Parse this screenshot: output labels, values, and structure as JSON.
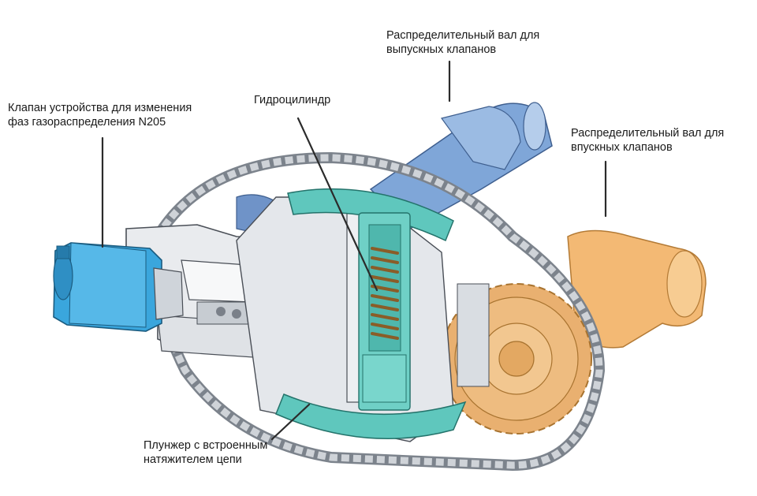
{
  "labels": {
    "exhaust_camshaft": [
      "Распределительный вал для",
      "выпускных клапанов"
    ],
    "vvt_valve": [
      "Клапан устройства для изменения",
      "фаз газораспределения N205"
    ],
    "hydro_cylinder": [
      "Гидроцилиндр"
    ],
    "intake_camshaft": [
      "Распределительный вал для",
      "впускных клапанов"
    ],
    "plunger_tensioner": [
      "Плунжер с встроенным",
      "натяжителем цепи"
    ]
  },
  "colors": {
    "valve_blue": "#3aa6dd",
    "exhaust_blue": "#7fa6d8",
    "intake_orange": "#f3b974",
    "gear_orange": "#e9b070",
    "tensioner_teal": "#5fc7bd",
    "housing_grey": "#e9ebee",
    "chain_grey": "#9aa0a8",
    "leader_line": "#2b2b2b"
  }
}
